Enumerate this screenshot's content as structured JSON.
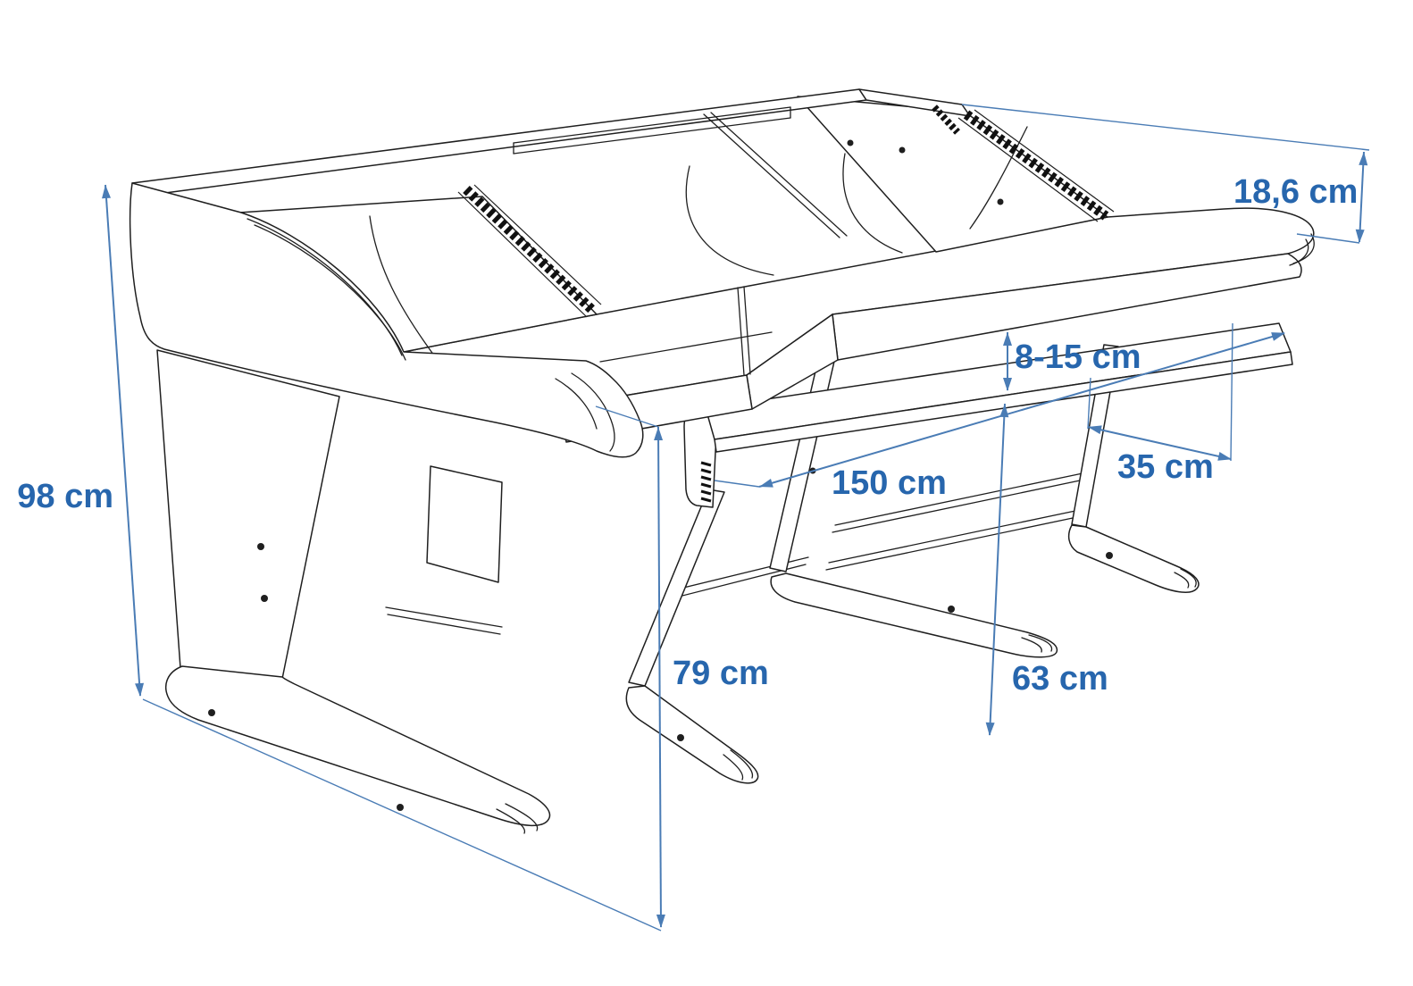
{
  "diagram": {
    "subject": "studio-desk-technical-drawing",
    "colors": {
      "dimension_line": "#4a7cb5",
      "dimension_text": "#2766ad",
      "drawing_line": "#1f1f1f",
      "background": "#ffffff"
    },
    "dimensions": {
      "total_height": "98 cm",
      "desktop_height": "79 cm",
      "tray_clearance_height": "63 cm",
      "desktop_to_tray_gap": "8-15 cm",
      "desk_width": "150 cm",
      "tray_depth": "35 cm",
      "rack_bridge_height": "18,6 cm"
    }
  }
}
